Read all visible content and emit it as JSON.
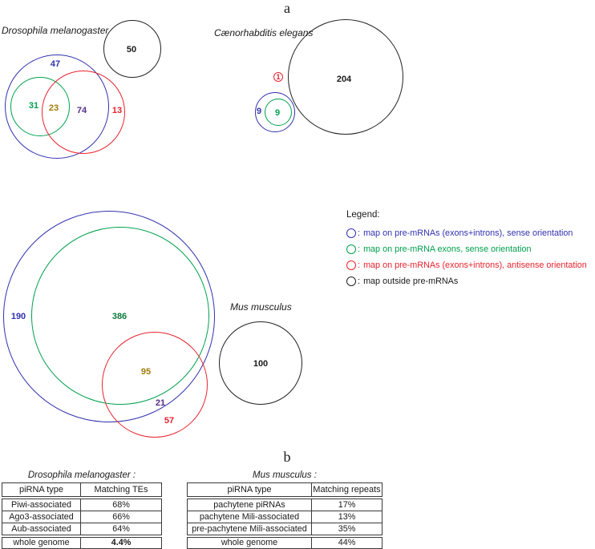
{
  "panel_labels": {
    "a": "a",
    "b": "b"
  },
  "colors": {
    "blue": "#3232b0",
    "green": "#00a14e",
    "dark_green": "#0e7a3c",
    "red": "#e8232e",
    "olive": "#a07c0a",
    "purple": "#562d86",
    "black": "#1a1a1a"
  },
  "venn": {
    "drosophila": {
      "title": "Drosophila melanogaster",
      "counts": {
        "blue_only": "47",
        "green_only": "31",
        "green_red": "23",
        "blue_red": "74",
        "red_only": "13",
        "outside": "50"
      }
    },
    "celegans": {
      "title": "Cænorhabditis elegans",
      "counts": {
        "antisense": "1",
        "blue_only": "9",
        "green": "9",
        "outside": "204"
      }
    },
    "mus": {
      "title": "Mus musculus",
      "counts": {
        "blue_only": "190",
        "green": "386",
        "green_red": "95",
        "blue_red": "21",
        "red_only": "57",
        "outside": "100"
      }
    }
  },
  "legend": {
    "title": "Legend:",
    "separator": ":",
    "items": [
      {
        "color": "#3232b0",
        "label": "map on pre-mRNAs (exons+introns), sense orientation"
      },
      {
        "color": "#00a14e",
        "label": "map on pre-mRNA exons, sense orientation"
      },
      {
        "color": "#e8232e",
        "label": "map on pre-mRNAs (exons+introns), antisense orientation"
      },
      {
        "color": "#1a1a1a",
        "label": "map outside pre-mRNAs"
      }
    ]
  },
  "tables": {
    "drosophila": {
      "title": "Drosophila melanogaster :",
      "headers": [
        "piRNA type",
        "Matching TEs"
      ],
      "rows": [
        [
          "Piwi-associated",
          "68%"
        ],
        [
          "Ago3-associated",
          "66%"
        ],
        [
          "Aub-associated",
          "64%"
        ]
      ],
      "footer": [
        "whole genome",
        "4.4%"
      ]
    },
    "mus": {
      "title": "Mus musculus :",
      "headers": [
        "piRNA type",
        "Matching repeats"
      ],
      "rows": [
        [
          "pachytene piRNAs",
          "17%"
        ],
        [
          "pachytene Mili-associated",
          "13%"
        ],
        [
          "pre-pachytene Mili-associated",
          "35%"
        ]
      ],
      "footer": [
        "whole genome",
        "44%"
      ]
    }
  }
}
